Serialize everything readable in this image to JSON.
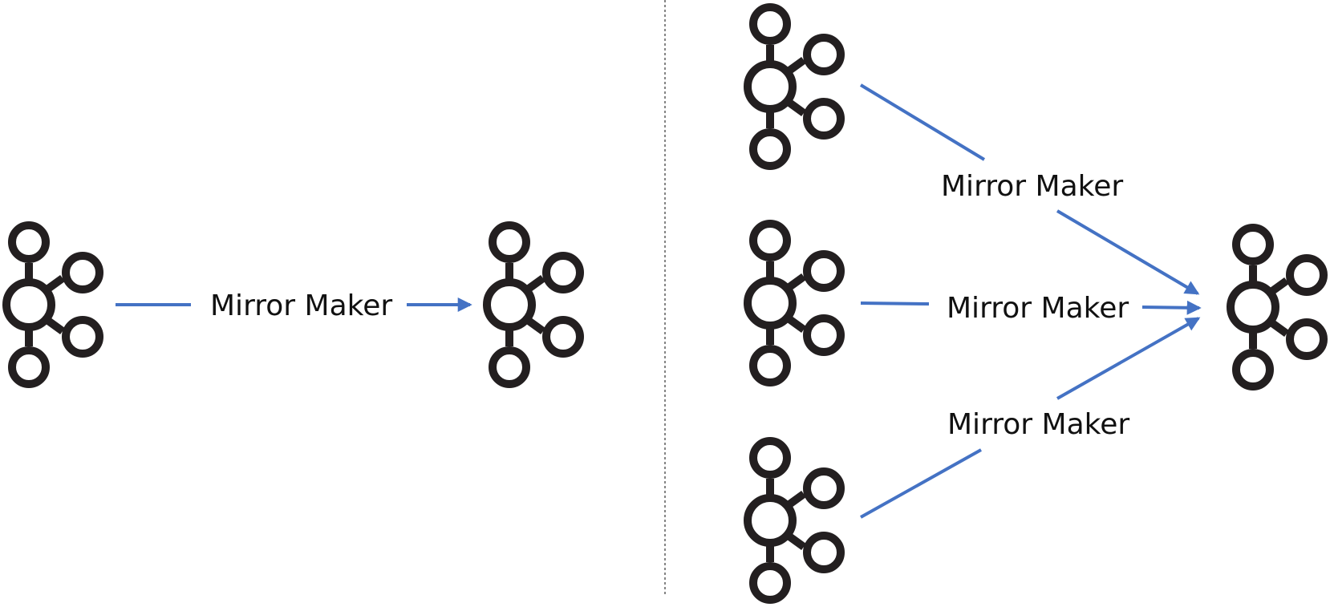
{
  "diagram": {
    "left": {
      "connector_label": "Mirror Maker",
      "source_icon": "kafka-logo-icon",
      "target_icon": "kafka-logo-icon"
    },
    "right": {
      "connector_labels": [
        "Mirror Maker",
        "Mirror Maker",
        "Mirror Maker"
      ],
      "source_icon": "kafka-logo-icon",
      "target_icon": "kafka-logo-icon",
      "source_count": 3
    },
    "colors": {
      "arrow": "#4472c4",
      "icon": "#231f20",
      "divider": "#333333"
    }
  }
}
